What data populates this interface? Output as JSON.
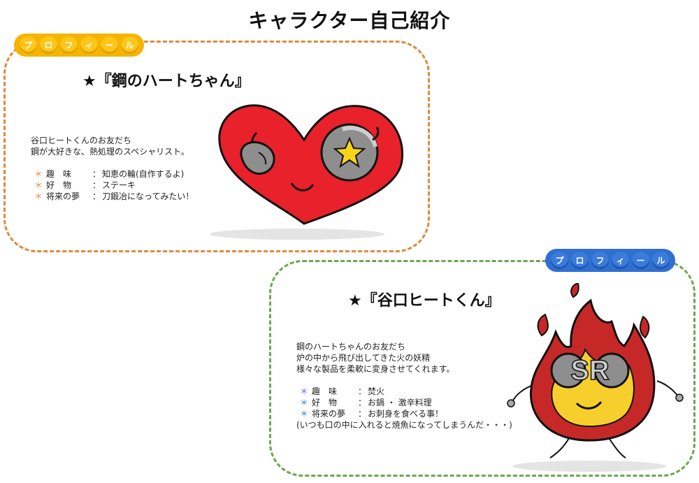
{
  "page": {
    "title": "キャラクター自己紹介"
  },
  "profile_badge": {
    "chars": [
      "プ",
      "ロ",
      "フ",
      "ィ",
      "ー",
      "ル"
    ]
  },
  "characters": [
    {
      "name": "★『鋼のハートちゃん』",
      "desc_lines": [
        "谷口ヒートくんのお友だち",
        "鋼が大好きな、熱処理のスペシャリスト。"
      ],
      "items": [
        {
          "label": "趣　味",
          "value": "知恵の輪(自作するよ)"
        },
        {
          "label": "好　物",
          "value": "ステーキ"
        },
        {
          "label": "将来の夢",
          "value": "刀鍛冶になってみたい！"
        }
      ],
      "extra": "",
      "colors": {
        "border": "#e08a3c",
        "badge": "#f4b400",
        "heart": "#e8212b"
      },
      "art_text": ""
    },
    {
      "name": "★『谷口ヒートくん』",
      "desc_lines": [
        "鋼のハートちゃんのお友だち",
        "炉の中から飛び出してきた火の妖精",
        "様々な製品を柔軟に変身させてくれます。"
      ],
      "items": [
        {
          "label": "趣　味",
          "value": "焚火"
        },
        {
          "label": "好　物",
          "value": "お鍋 ・ 激辛料理"
        },
        {
          "label": "将来の夢",
          "value": "お刺身を食べる事！"
        }
      ],
      "extra": "(いつも口の中に入れると焼魚になってしまうんだ・・・)",
      "colors": {
        "border": "#6aa84f",
        "badge": "#2f6fd0",
        "flame": "#c62828"
      },
      "art_text": "SR"
    }
  ],
  "asterisk": "＊",
  "colon": "：",
  "icons": {
    "heart": "heart-character-icon",
    "flame": "flame-character-icon"
  }
}
